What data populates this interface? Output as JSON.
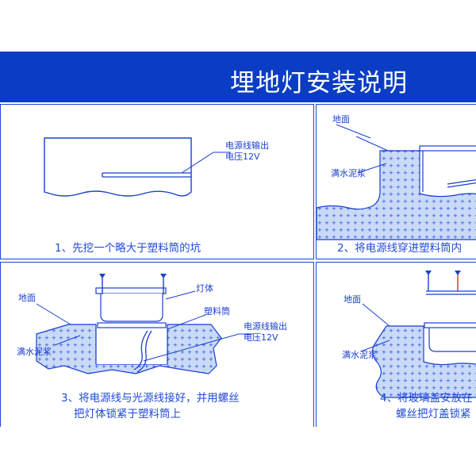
{
  "header": {
    "title": "埋地灯安装说明"
  },
  "colors": {
    "brand_blue": "#0b3dc4",
    "line_blue": "#1a48d6",
    "ground_fill": "#c9daf8"
  },
  "steps": [
    {
      "caption": "1、先挖一个略大于塑料筒的坑",
      "labels": {
        "cable": "电源线输出",
        "voltage": "电压12V"
      }
    },
    {
      "caption": "2、将电源线穿进塑料筒内",
      "labels": {
        "ground": "地面",
        "mortar": "满水泥浆"
      }
    },
    {
      "caption_line1": "3、将电源线与光源线接好，并用螺丝",
      "caption_line2": "把灯体锁紧于塑料筒上",
      "labels": {
        "ground": "地面",
        "lamp_body": "灯体",
        "plastic_tube": "塑料筒",
        "mortar": "满水泥浆",
        "cable": "电源线输出",
        "voltage": "电压12V"
      }
    },
    {
      "caption_line1": "4、将玻璃盖安放在",
      "caption_line2": "螺丝把灯盖锁紧",
      "labels": {
        "ground": "地面",
        "mortar": "满水泥浆"
      }
    }
  ]
}
